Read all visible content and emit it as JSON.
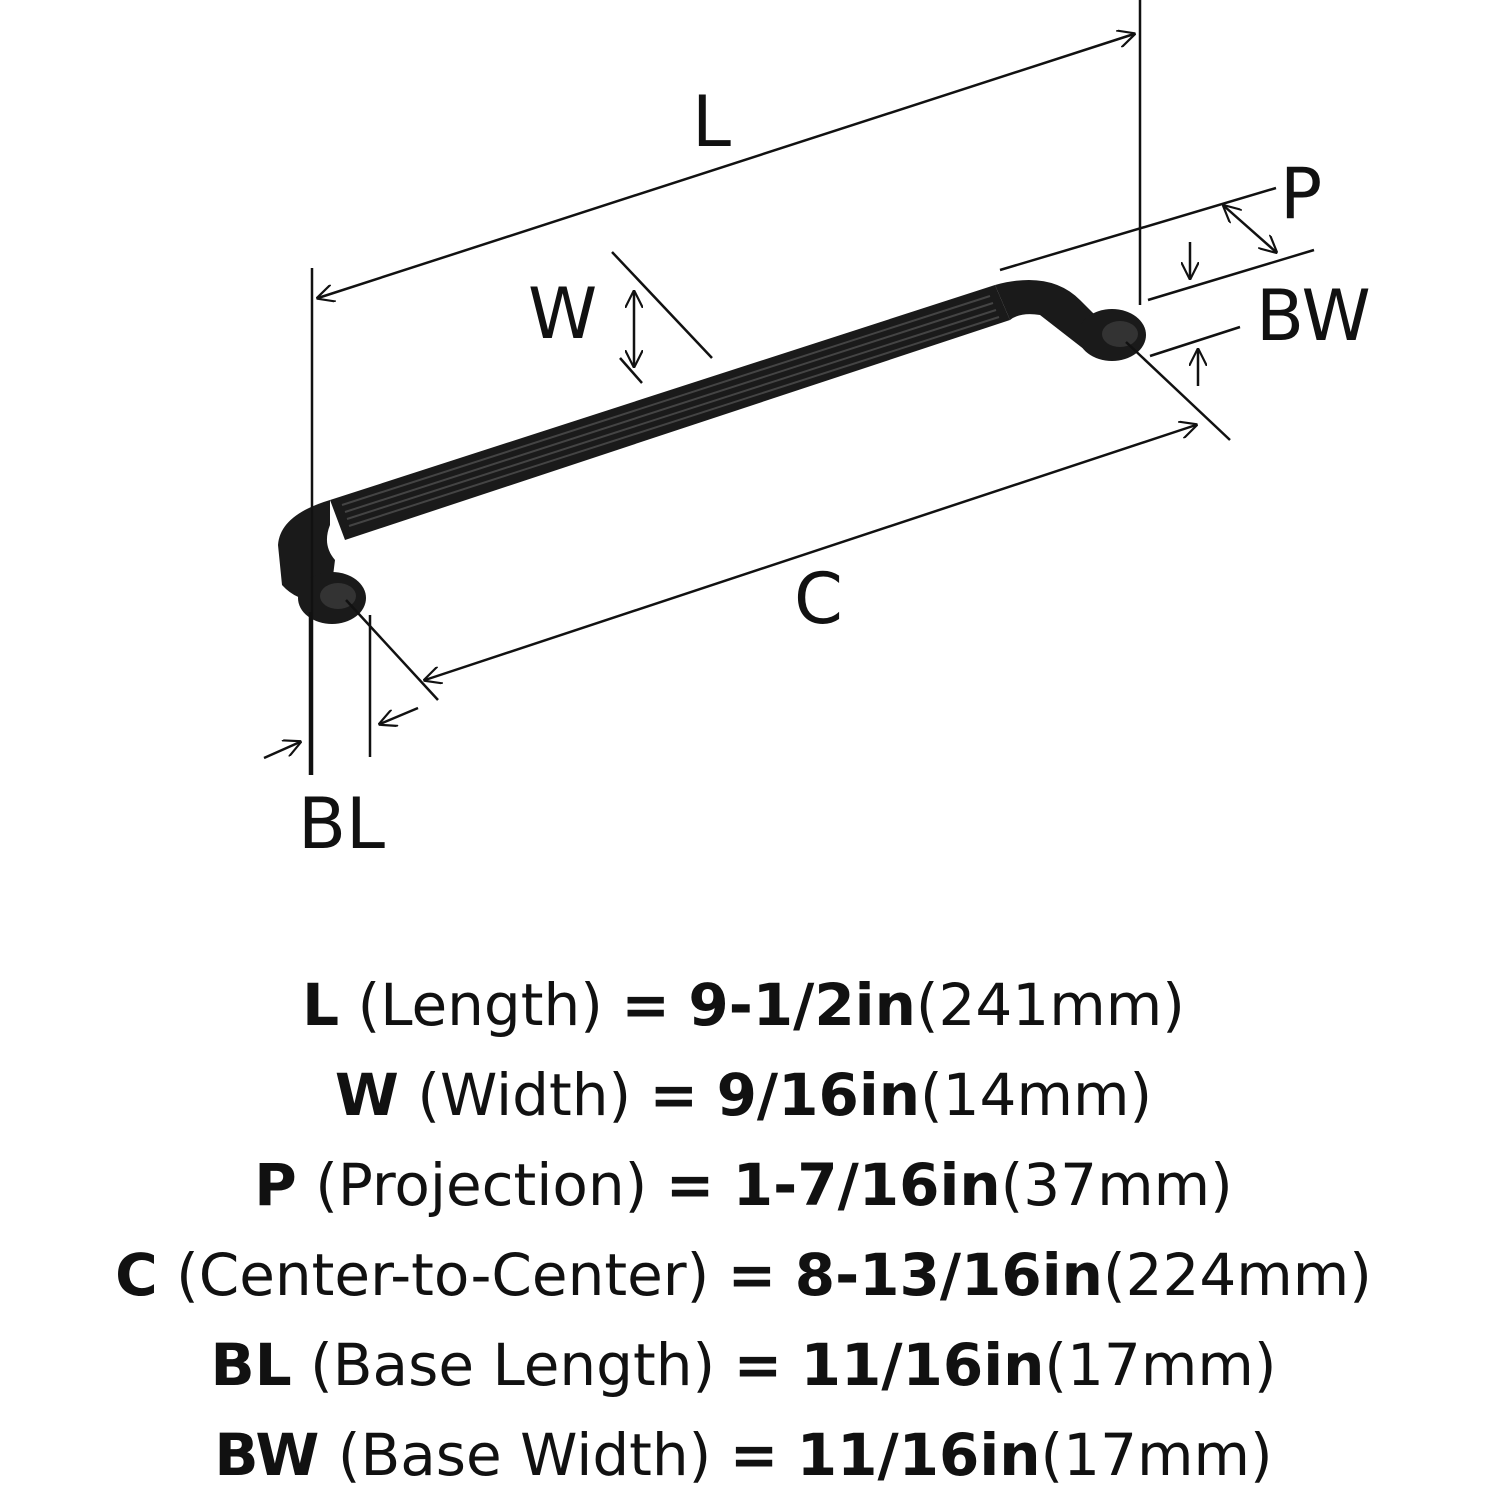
{
  "labels": {
    "L": "L",
    "W": "W",
    "P": "P",
    "BW": "BW",
    "C": "C",
    "BL": "BL"
  },
  "specs": [
    {
      "code": "L",
      "name": "(Length)",
      "eq": "=",
      "inch": "9-1/2in",
      "mm": "(241mm)"
    },
    {
      "code": "W",
      "name": "(Width)",
      "eq": "=",
      "inch": "9/16in",
      "mm": "(14mm)"
    },
    {
      "code": "P",
      "name": "(Projection)",
      "eq": "=",
      "inch": "1-7/16in",
      "mm": "(37mm)"
    },
    {
      "code": "C",
      "name": "(Center-to-Center)",
      "eq": "=",
      "inch": "8-13/16in",
      "mm": "(224mm)"
    },
    {
      "code": "BL",
      "name": "(Base Length)",
      "eq": "=",
      "inch": "11/16in",
      "mm": "(17mm)"
    },
    {
      "code": "BW",
      "name": "(Base Width)",
      "eq": "=",
      "inch": "11/16in",
      "mm": "(17mm)"
    }
  ],
  "colors": {
    "ink": "#111111",
    "handle": "#1a1a1a",
    "highlight": "#4a4a4a"
  }
}
